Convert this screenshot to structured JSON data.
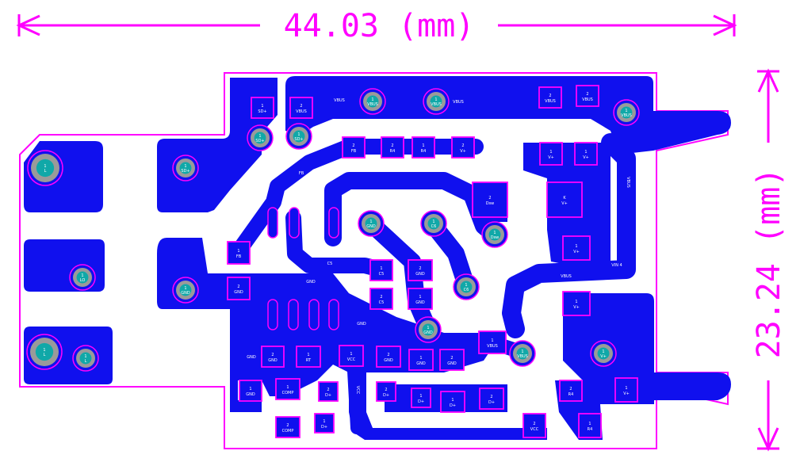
{
  "dimensions": {
    "width_label": "44.03 (mm)",
    "height_label": "23.24 (mm)"
  },
  "colors": {
    "copper": "#1010ee",
    "outline": "#ff00ff",
    "via_ring": "#9a9a9a",
    "via_center": "#10a8a8",
    "background": "#ffffff"
  },
  "pads": [
    {
      "name": "pad-sd-plus",
      "num": "1",
      "net": "SD+"
    },
    {
      "name": "pad-vbus-top-left",
      "num": "2",
      "net": "VBUS"
    },
    {
      "name": "pad-fb-top",
      "num": "2",
      "net": "FB"
    },
    {
      "name": "pad-r4-a",
      "num": "2",
      "net": "R4"
    },
    {
      "name": "pad-r4-b",
      "num": "1",
      "net": "R4"
    },
    {
      "name": "pad-vplus-top",
      "num": "2",
      "net": "V+"
    },
    {
      "name": "pad-vbus-top-right-a",
      "num": "2",
      "net": "VBUS"
    },
    {
      "name": "pad-vbus-top-right-b",
      "num": "2",
      "net": "VBUS"
    },
    {
      "name": "pad-vplus-right-a",
      "num": "1",
      "net": "V+"
    },
    {
      "name": "pad-vplus-right-b",
      "num": "1",
      "net": "V+"
    },
    {
      "name": "pad-dsw",
      "num": "2",
      "net": "Dsw"
    },
    {
      "name": "pad-k-vplus",
      "num": "K",
      "net": "V+"
    },
    {
      "name": "pad-vplus-mid",
      "num": "1",
      "net": "V+"
    },
    {
      "name": "pad-vplus-low",
      "num": "1",
      "net": "V+"
    },
    {
      "name": "pad-fb-left",
      "num": "1",
      "net": "FB"
    },
    {
      "name": "pad-gnd-left",
      "num": "2",
      "net": "GND"
    },
    {
      "name": "pad-c5-a",
      "num": "1",
      "net": "C5"
    },
    {
      "name": "pad-c5-b",
      "num": "2",
      "net": "C5"
    },
    {
      "name": "pad-gnd-mid-a",
      "num": "2",
      "net": "GND"
    },
    {
      "name": "pad-gnd-mid-b",
      "num": "1",
      "net": "GND"
    },
    {
      "name": "pad-vbus-bottom",
      "num": "1",
      "net": "VBUS"
    },
    {
      "name": "pad-gnd-bottom-a",
      "num": "2",
      "net": "GND"
    },
    {
      "name": "pad-rt",
      "num": "1",
      "net": "RT"
    },
    {
      "name": "pad-vcc-bottom",
      "num": "1",
      "net": "VCC"
    },
    {
      "name": "pad-gnd-bottom-b",
      "num": "2",
      "net": "GND"
    },
    {
      "name": "pad-gnd-bottom-c",
      "num": "1",
      "net": "GND"
    },
    {
      "name": "pad-gnd-bottom-d",
      "num": "2",
      "net": "GND"
    },
    {
      "name": "pad-gnd-bottom-e",
      "num": "1",
      "net": "GND"
    },
    {
      "name": "pad-comp-a",
      "num": "1",
      "net": "COMP"
    },
    {
      "name": "pad-comp-b",
      "num": "2",
      "net": "COMP"
    },
    {
      "name": "pad-dplus-a",
      "num": "2",
      "net": "D+"
    },
    {
      "name": "pad-dplus-b",
      "num": "1",
      "net": "D+"
    },
    {
      "name": "pad-dplus-c",
      "num": "2",
      "net": "D+"
    },
    {
      "name": "pad-dplus-d",
      "num": "1",
      "net": "D+"
    },
    {
      "name": "pad-dplus-e",
      "num": "1",
      "net": "D+"
    },
    {
      "name": "pad-dplus-f",
      "num": "2",
      "net": "D+"
    },
    {
      "name": "pad-vcc-bottom-b",
      "num": "2",
      "net": "VCC"
    },
    {
      "name": "pad-r4-bottom-a",
      "num": "2",
      "net": "R4"
    },
    {
      "name": "pad-r4-bottom-b",
      "num": "1",
      "net": "R4"
    },
    {
      "name": "pad-vplus-bottom-right",
      "num": "1",
      "net": "V+"
    }
  ],
  "vias": [
    {
      "name": "via-l",
      "num": "1",
      "net": "L"
    },
    {
      "name": "via-sd-left",
      "num": "1",
      "net": "SD+"
    },
    {
      "name": "via-lo-left",
      "num": "1",
      "net": "LO"
    },
    {
      "name": "via-gnd-left",
      "num": "1",
      "net": "GND"
    },
    {
      "name": "via-l-bottom",
      "num": "1",
      "net": "L"
    },
    {
      "name": "via-l-bottom-b",
      "num": "1",
      "net": "L"
    },
    {
      "name": "via-sd-mid",
      "num": "1",
      "net": "SD+"
    },
    {
      "name": "via-sd-mid-b",
      "num": "1",
      "net": "SD+"
    },
    {
      "name": "via-vbus-a",
      "num": "1",
      "net": "VBUS"
    },
    {
      "name": "via-vbus-b",
      "num": "1",
      "net": "VBUS"
    },
    {
      "name": "via-vbus-right",
      "num": "1",
      "net": "VBUS"
    },
    {
      "name": "via-gnd-mid",
      "num": "1",
      "net": "GND"
    },
    {
      "name": "via-c6",
      "num": "1",
      "net": "C6"
    },
    {
      "name": "via-dsw",
      "num": "1",
      "net": "Dsw"
    },
    {
      "name": "via-c6-b",
      "num": "1",
      "net": "C6"
    },
    {
      "name": "via-gnd-center",
      "num": "1",
      "net": "GND"
    },
    {
      "name": "via-vbus-bottom",
      "num": "1",
      "net": "VBUS"
    },
    {
      "name": "via-vplus-bottom",
      "num": "1",
      "net": "V+"
    }
  ],
  "nets": {
    "vbus_top": "VBUS",
    "vbus_top_b": "VBUS",
    "fb_trace": "FB",
    "c5_trace": "C5",
    "gnd_trace": "GND",
    "vbus_right": "VBUS",
    "vbus_mid": "VBUS",
    "vin_trace": "VIN 4",
    "gnd_lower": "GND",
    "vcc_trace": "VCC",
    "gnd_side": "GND"
  }
}
